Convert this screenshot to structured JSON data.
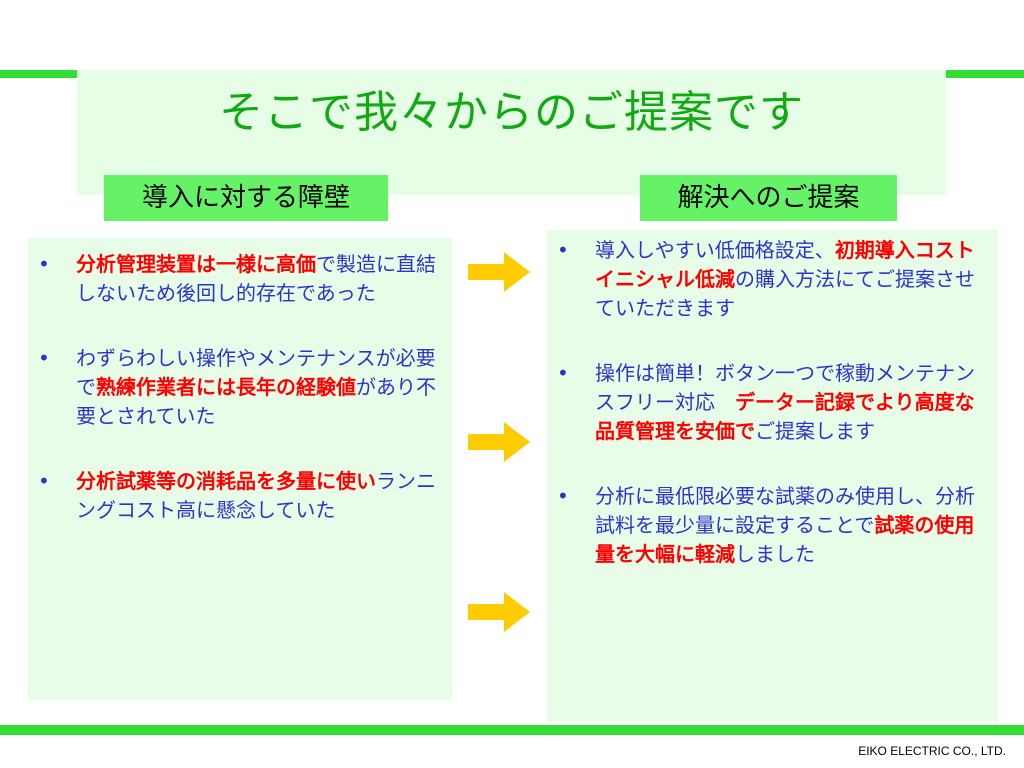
{
  "slide": {
    "title": "そこで我々からのご提案です",
    "footer": "EIKO ELECTRIC CO., LTD."
  },
  "left": {
    "label": "導入に対する障壁",
    "bullets": [
      {
        "segments": [
          {
            "text": "分析管理装置は一様に高価",
            "emph": true
          },
          {
            "text": "で製造に直結しないため後回し的存在であった",
            "emph": false
          }
        ]
      },
      {
        "segments": [
          {
            "text": "わずらわしい操作やメンテナンスが必要で",
            "emph": false
          },
          {
            "text": "熟練作業者には長年の経験値",
            "emph": true
          },
          {
            "text": "があり不要とされていた",
            "emph": false
          }
        ]
      },
      {
        "segments": [
          {
            "text": "分析試薬等の消耗品を多量に使い",
            "emph": true
          },
          {
            "text": "ランニングコスト高に懸念していた",
            "emph": false
          }
        ]
      }
    ]
  },
  "right": {
    "label": "解決へのご提案",
    "bullets": [
      {
        "segments": [
          {
            "text": "導入しやすい低価格設定、",
            "emph": false
          },
          {
            "text": "初期導入コストイニシャル低減",
            "emph": true
          },
          {
            "text": "の購入方法にてご提案させていただきます",
            "emph": false
          }
        ]
      },
      {
        "segments": [
          {
            "text": "操作は簡単！ボタン一つで稼動メンテナンスフリー対応　",
            "emph": false
          },
          {
            "text": "データー記録でより高度な品質管理を安価で",
            "emph": true
          },
          {
            "text": "ご提案します",
            "emph": false
          }
        ]
      },
      {
        "segments": [
          {
            "text": "分析に最低限必要な試薬のみ使用し、分析試料を最少量に設定することで",
            "emph": false
          },
          {
            "text": "試薬の使用量を大幅に軽減",
            "emph": true
          },
          {
            "text": "しました",
            "emph": false
          }
        ]
      }
    ]
  },
  "bullet_symbol": "•",
  "colors": {
    "accent_green": "#33dd33",
    "panel_bg": "#e8fde8",
    "label_bg": "#66f266",
    "text_blue": "#2b33cc",
    "emph_red": "#ff0000",
    "arrow_yellow": "#ffcc00"
  }
}
